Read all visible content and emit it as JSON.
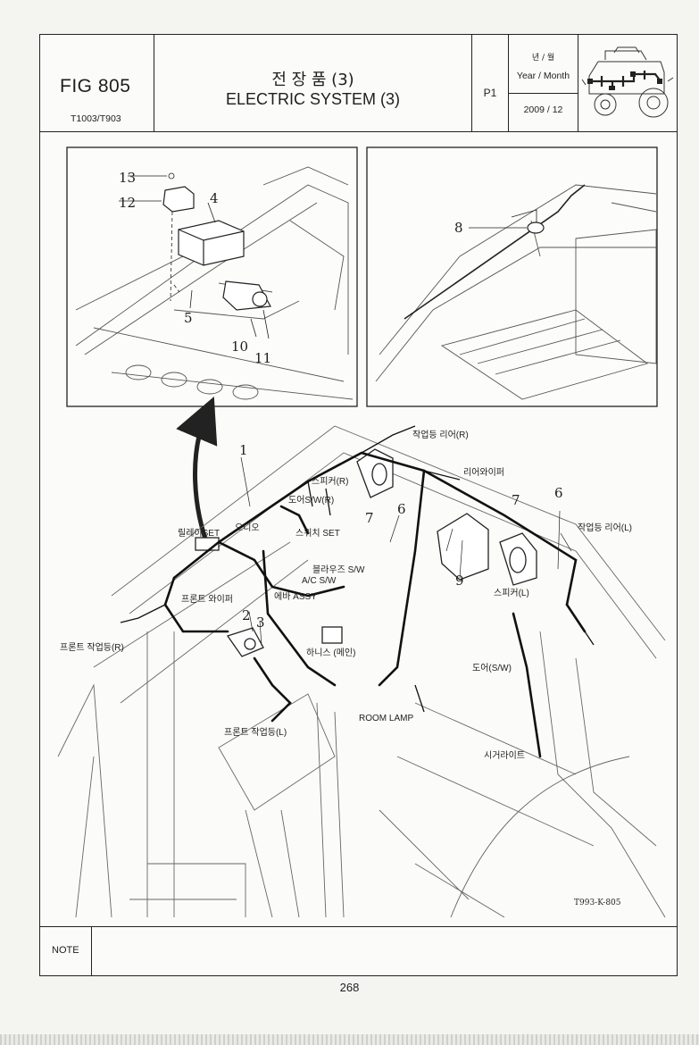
{
  "header": {
    "fig_number": "FIG 805",
    "models": "T1003/T903",
    "title_ko": "전 장 품 (3)",
    "title_en": "ELECTRIC SYSTEM (3)",
    "page": "P1",
    "ym_ko": "년 / 월",
    "ym_en": "Year / Month",
    "date": "2009 / 12"
  },
  "callouts": {
    "n1": "1",
    "n2": "2",
    "n3": "3",
    "n4": "4",
    "n5": "5",
    "n6a": "6",
    "n6b": "6",
    "n7a": "7",
    "n7b": "7",
    "n8": "8",
    "n9": "9",
    "n10": "10",
    "n11": "11",
    "n12": "12",
    "n13": "13"
  },
  "labels": {
    "work_lamp_rear_r": "작업등 리어(R)",
    "speaker_r": "스피커(R)",
    "rear_wiper": "리어와이퍼",
    "door_sw_r": "도어S/W(R)",
    "work_lamp_rear_l": "작업등 리어(L)",
    "relay_set": "릴레이SET",
    "audio": "오디오",
    "switch_set": "스위치 SET",
    "blower_sw": "블라우즈 S/W",
    "ac_sw": "A/C S/W",
    "eva_assy": "에바 ASSY",
    "front_wiper": "프론트 와이퍼",
    "front_work_lamp_r": "프론트 작업등(R)",
    "harness_main": "하니스 (메인)",
    "speaker_l": "스피커(L)",
    "door_sw": "도어(S/W)",
    "room_lamp": "ROOM LAMP",
    "front_work_lamp_l": "프론트 작업등(L)",
    "cigar_lighter": "시거라이트",
    "drawing_code": "T993-K-805"
  },
  "footer": {
    "note_label": "NOTE",
    "page_number": "268"
  },
  "icons": [
    "tractor-thumbnail-icon"
  ]
}
